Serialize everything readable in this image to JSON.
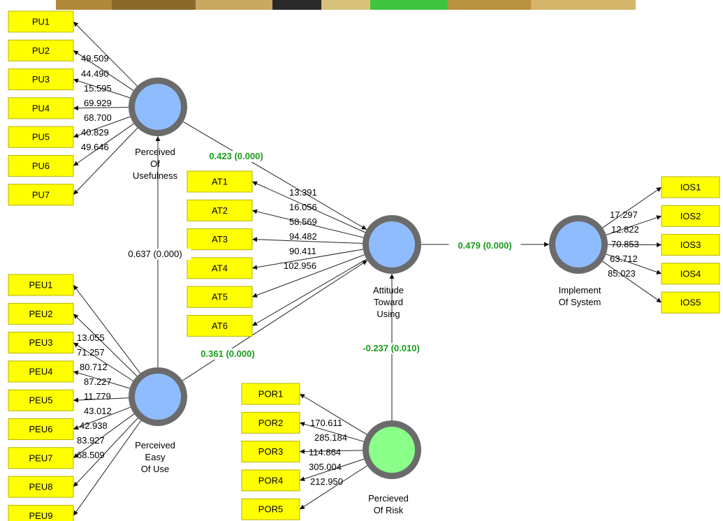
{
  "colors": {
    "indicator_fill": "#ffff00",
    "latent_fill": "#8fbcff",
    "latent_exogenous_risk_fill": "#8aff8a",
    "latent_ring": "#6b6b6b",
    "path_coeff_color": "#1a9b1a"
  },
  "latents": [
    {
      "id": "PU",
      "label_lines": [
        "Perceived",
        "Of",
        "Usefulness"
      ]
    },
    {
      "id": "PEU",
      "label_lines": [
        "Perceived",
        "Easy",
        "Of Use"
      ]
    },
    {
      "id": "AT",
      "label_lines": [
        "Attitude",
        "Toward",
        "Using"
      ]
    },
    {
      "id": "IOS",
      "label_lines": [
        "Implement",
        "Of System"
      ]
    },
    {
      "id": "POR",
      "label_lines": [
        "Percieved",
        "Of Risk"
      ]
    }
  ],
  "indicators": {
    "PU": [
      "PU1",
      "PU2",
      "PU3",
      "PU4",
      "PU5",
      "PU6",
      "PU7"
    ],
    "PEU": [
      "PEU1",
      "PEU2",
      "PEU3",
      "PEU4",
      "PEU5",
      "PEU6",
      "PEU7",
      "PEU8",
      "PEU9"
    ],
    "AT": [
      "AT1",
      "AT2",
      "AT3",
      "AT4",
      "AT5",
      "AT6"
    ],
    "IOS": [
      "IOS1",
      "IOS2",
      "IOS3",
      "IOS4",
      "IOS5"
    ],
    "POR": [
      "POR1",
      "POR2",
      "POR3",
      "POR4",
      "POR5"
    ]
  },
  "loadings": {
    "PU": [
      "49.509",
      "44.490",
      "15.595",
      "69.929",
      "68.700",
      "40.829",
      "49.646"
    ],
    "PEU": [
      "13.055",
      "71.257",
      "80.712",
      "87.227",
      "11.779",
      "43.012",
      "42.938",
      "83.927",
      "68.509"
    ],
    "AT": [
      "13.391",
      "16.056",
      "58.569",
      "94.482",
      "90.411",
      "102.956"
    ],
    "IOS": [
      "17.297",
      "12.822",
      "70.853",
      "63.712",
      "85.023"
    ],
    "POR": [
      "170.611",
      "285.184",
      "114.864",
      "305.004",
      "212.950"
    ]
  },
  "paths": [
    {
      "from": "PU",
      "to": "AT",
      "label": "0.423 (0.000)",
      "style": "green"
    },
    {
      "from": "PEU",
      "to": "PU",
      "label": "0.637 (0.000)",
      "style": "plain"
    },
    {
      "from": "PEU",
      "to": "AT",
      "label": "0.361 (0.000)",
      "style": "green"
    },
    {
      "from": "AT",
      "to": "IOS",
      "label": "0.479 (0.000)",
      "style": "green"
    },
    {
      "from": "POR",
      "to": "AT",
      "label": "-0.237 (0.010)",
      "style": "green"
    }
  ]
}
